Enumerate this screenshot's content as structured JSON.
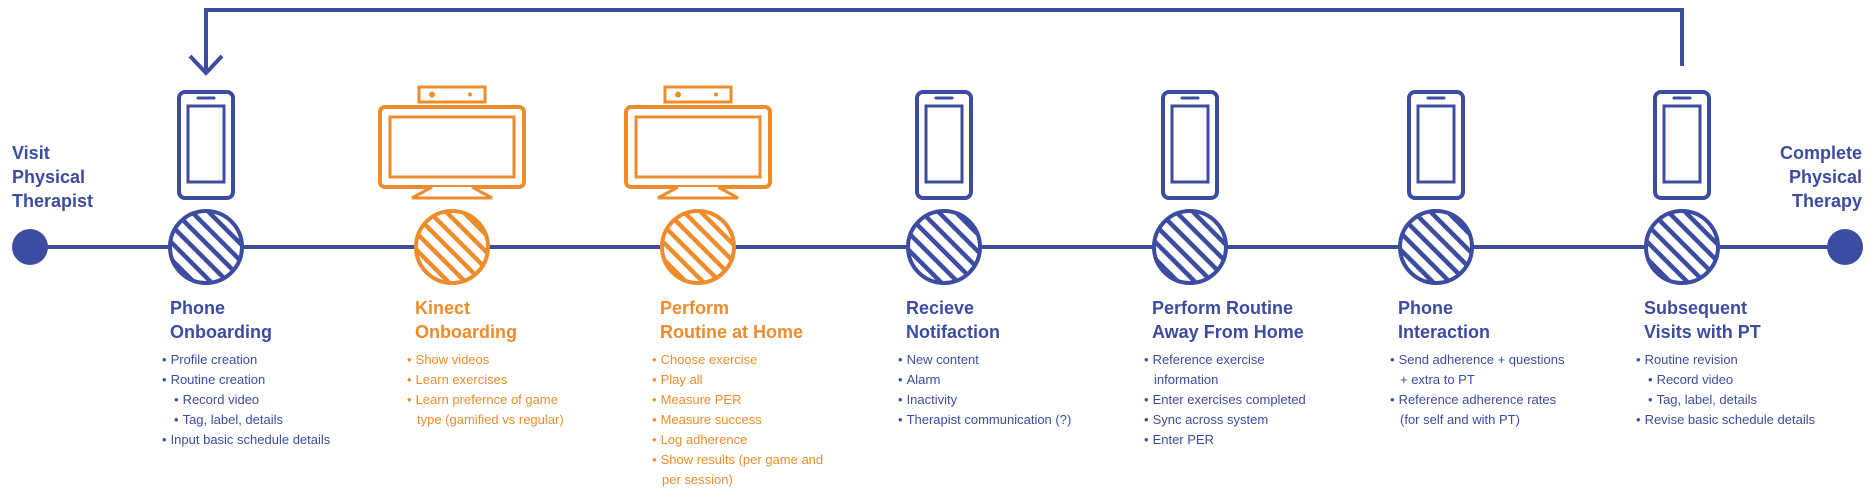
{
  "colors": {
    "blue": "#3c4ca1",
    "orange": "#ed8c2b"
  },
  "endpoints": {
    "start_label": [
      "Visit",
      "Physical",
      "Therapist"
    ],
    "end_label": [
      "Complete",
      "Physical",
      "Therapy"
    ]
  },
  "stages": [
    {
      "device": "phone-icon",
      "color": "blue",
      "title": [
        "Phone",
        "Onboarding"
      ],
      "items": [
        {
          "text": "Profile creation",
          "level": 0
        },
        {
          "text": "Routine creation",
          "level": 0
        },
        {
          "text": "Record video",
          "level": 1
        },
        {
          "text": "Tag, label, details",
          "level": 1
        },
        {
          "text": "Input basic schedule details",
          "level": 0
        }
      ]
    },
    {
      "device": "kinect-tv-icon",
      "color": "orange",
      "title": [
        "Kinect",
        "Onboarding"
      ],
      "items": [
        {
          "text": "Show videos",
          "level": 0
        },
        {
          "text": "Learn exercises",
          "level": 0
        },
        {
          "text": "Learn prefernce of game",
          "level": 0
        },
        {
          "text": "type (gamified vs regular)",
          "level": 0,
          "cont": true
        }
      ]
    },
    {
      "device": "kinect-tv-icon",
      "color": "orange",
      "title": [
        "Perform",
        "Routine at Home"
      ],
      "items": [
        {
          "text": "Choose exercise",
          "level": 0
        },
        {
          "text": "Play all",
          "level": 0
        },
        {
          "text": "Measure PER",
          "level": 0
        },
        {
          "text": "Measure success",
          "level": 0
        },
        {
          "text": "Log adherence",
          "level": 0
        },
        {
          "text": "Show results (per game and",
          "level": 0
        },
        {
          "text": "per session)",
          "level": 0,
          "cont": true
        }
      ]
    },
    {
      "device": "phone-icon",
      "color": "blue",
      "title": [
        "Recieve",
        "Notifaction"
      ],
      "items": [
        {
          "text": "New content",
          "level": 0
        },
        {
          "text": "Alarm",
          "level": 0
        },
        {
          "text": "Inactivity",
          "level": 0
        },
        {
          "text": "Therapist communication (?)",
          "level": 0
        }
      ]
    },
    {
      "device": "phone-icon",
      "color": "blue",
      "title": [
        "Perform Routine",
        "Away From Home"
      ],
      "items": [
        {
          "text": "Reference exercise",
          "level": 0
        },
        {
          "text": "information",
          "level": 0,
          "cont": true
        },
        {
          "text": "Enter exercises completed",
          "level": 0
        },
        {
          "text": "Sync across system",
          "level": 0
        },
        {
          "text": "Enter PER",
          "level": 0
        }
      ]
    },
    {
      "device": "phone-icon",
      "color": "blue",
      "title": [
        "Phone",
        "Interaction"
      ],
      "items": [
        {
          "text": "Send adherence + questions",
          "level": 0
        },
        {
          "text": "+ extra to PT",
          "level": 0,
          "cont": true
        },
        {
          "text": "Reference adherence rates",
          "level": 0
        },
        {
          "text": "(for self and with PT)",
          "level": 0,
          "cont": true
        }
      ]
    },
    {
      "device": "phone-icon",
      "color": "blue",
      "title": [
        "Subsequent",
        "Visits with PT"
      ],
      "items": [
        {
          "text": "Routine revision",
          "level": 0
        },
        {
          "text": "Record video",
          "level": 1
        },
        {
          "text": "Tag, label, details",
          "level": 1
        },
        {
          "text": "Revise basic schedule details",
          "level": 0
        }
      ]
    }
  ]
}
